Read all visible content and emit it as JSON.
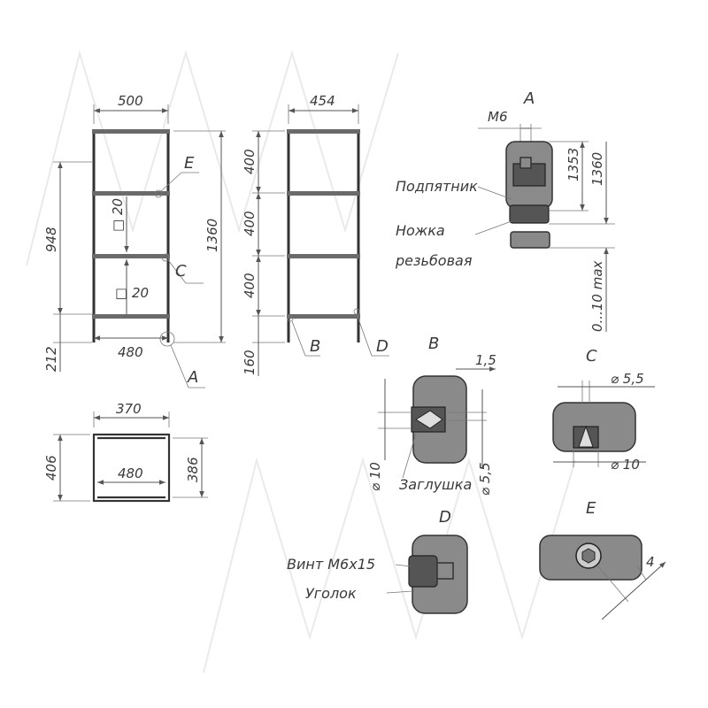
{
  "front_view": {
    "width_top": "500",
    "width_bottom": "480",
    "height_total": "1360",
    "height_upper": "948",
    "leg_height": "212",
    "profile_1": "□ 20",
    "profile_2": "□ 20",
    "callout_e": "E",
    "callout_c": "C",
    "callout_a": "A"
  },
  "side_view": {
    "depth": "454",
    "spacing_1": "400",
    "spacing_2": "400",
    "spacing_3": "400",
    "bottom": "160",
    "callout_b": "B",
    "callout_d": "D"
  },
  "top_view": {
    "inner_width": "370",
    "outer_width": "480",
    "depth_left": "406",
    "depth_right": "386"
  },
  "detail_a": {
    "title": "A",
    "thread": "M6",
    "dim_1": "1353",
    "dim_2": "1360",
    "adjust": "0...10 max",
    "label_foot": "Подпятник",
    "label_leg_1": "Ножка",
    "label_leg_2": "резьбовая"
  },
  "detail_b": {
    "title": "B",
    "gap": "1,5",
    "dia_outer": "⌀ 10",
    "dia_inner": "⌀ 5,5",
    "label_plug": "Заглушка"
  },
  "detail_c": {
    "title": "C",
    "dia_top": "⌀ 5,5",
    "dia_bottom": "⌀ 10"
  },
  "detail_d": {
    "title": "D",
    "label_screw": "Винт М6х15",
    "label_corner": "Уголок"
  },
  "detail_e": {
    "title": "E",
    "dim": "4"
  },
  "colors": {
    "line": "#555555",
    "part_fill": "#8a8a8a",
    "dark_fill": "#555555",
    "watermark": "#eaeaea"
  }
}
